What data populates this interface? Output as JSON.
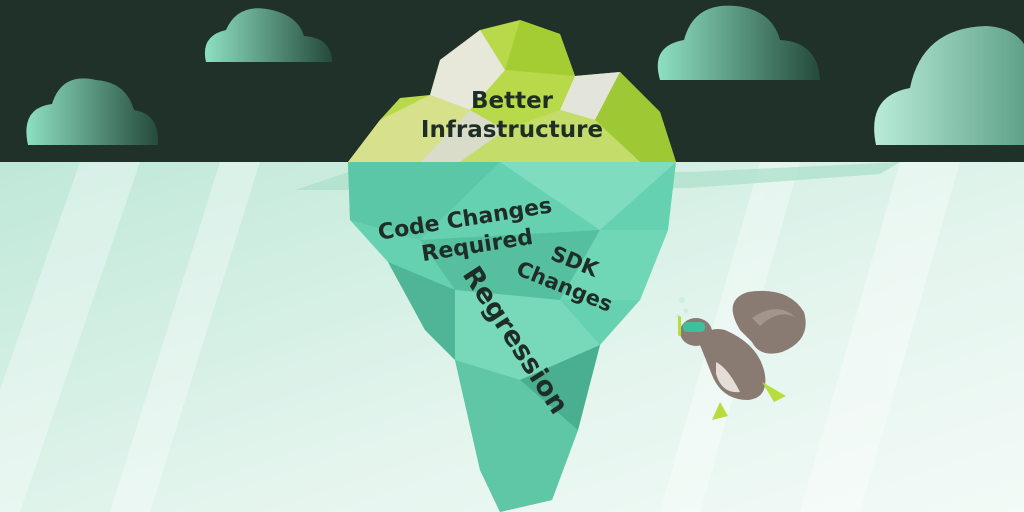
{
  "labels": {
    "tip": [
      "Better",
      "Infrastructure"
    ],
    "code_changes": [
      "Code Changes",
      "Required"
    ],
    "sdk_changes": [
      "SDK",
      "Changes"
    ],
    "regression": "Regression"
  },
  "colors": {
    "sky": "#1f3129",
    "water_light": "#eaf6f1",
    "water_mid": "#bfe8d8",
    "ice_under": "#66d1b0",
    "ice_tip_green": "#b8d94a",
    "ice_tip_light": "#d9dcc8",
    "squirrel": "#8a7b72",
    "fins": "#b7dc3c"
  },
  "icons": [
    "cloud-icon",
    "iceberg-icon",
    "squirrel-diver-icon"
  ]
}
